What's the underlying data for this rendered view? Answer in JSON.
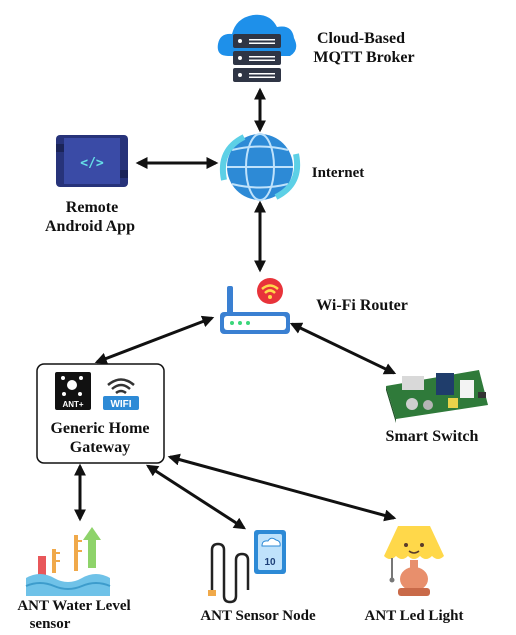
{
  "nodes": {
    "broker": {
      "line1": "Cloud-Based",
      "line2": "MQTT Broker"
    },
    "internet": {
      "label": "Internet"
    },
    "remote_app": {
      "line1": "Remote",
      "line2": "Android App"
    },
    "router": {
      "label": "Wi-Fi Router"
    },
    "gateway": {
      "line1": "Generic Home",
      "line2": "Gateway",
      "badge_ant": "ANT+",
      "badge_wifi": "WIFI"
    },
    "smart_switch": {
      "label": "Smart Switch"
    },
    "water_sensor": {
      "line1": "ANT Water Level",
      "line2": "sensor"
    },
    "sensor_node": {
      "label": "ANT Sensor Node",
      "display_value": "10"
    },
    "led_light": {
      "label": "ANT Led Light"
    }
  },
  "edges": [
    {
      "from": "broker",
      "to": "internet"
    },
    {
      "from": "remote_app",
      "to": "internet"
    },
    {
      "from": "internet",
      "to": "router"
    },
    {
      "from": "router",
      "to": "gateway"
    },
    {
      "from": "router",
      "to": "smart_switch"
    },
    {
      "from": "gateway",
      "to": "water_sensor"
    },
    {
      "from": "gateway",
      "to": "sensor_node"
    },
    {
      "from": "gateway",
      "to": "led_light"
    }
  ],
  "colors": {
    "edge": "#111111",
    "cloud": "#1e90ea",
    "server": "#2f3545",
    "app": "#27337a",
    "globe": "#2d8ad6",
    "router": "#3a80d2",
    "wifi_badge": "#e8333a",
    "pcb": "#2f7a3a",
    "water": "#6fc2e8",
    "lamp_shade": "#ffd84a",
    "lamp_base": "#e88f6c"
  },
  "icons": {
    "broker": "cloud-server-icon",
    "internet": "globe-icon",
    "remote_app": "android-app-icon",
    "router": "wifi-router-icon",
    "gateway_ant": "ant-plus-icon",
    "gateway_wifi": "wifi-icon",
    "smart_switch": "circuit-board-icon",
    "water_sensor": "water-level-icon",
    "sensor_node": "sensor-node-icon",
    "led_light": "lamp-icon"
  }
}
